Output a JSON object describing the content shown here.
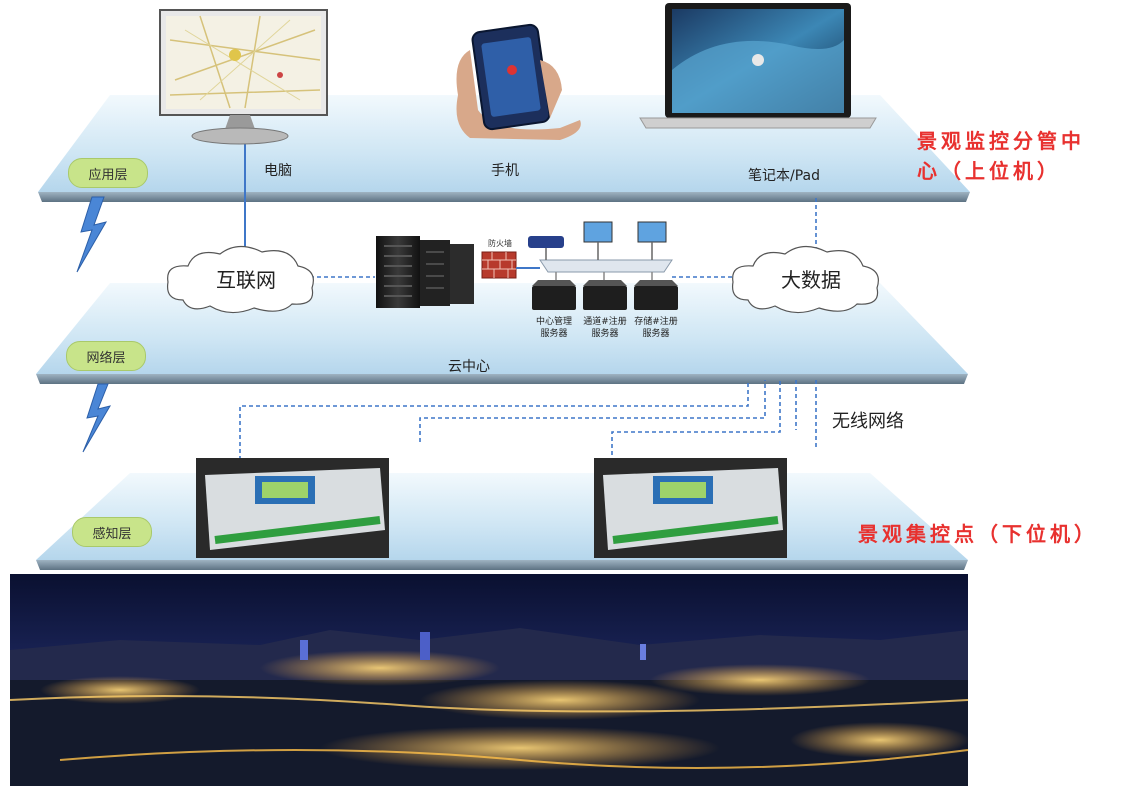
{
  "layers": [
    {
      "badge": "应用层"
    },
    {
      "badge": "网络层"
    },
    {
      "badge": "感知层"
    }
  ],
  "app_layer": {
    "devices": [
      "电脑",
      "手机",
      "笔记本/Pad"
    ],
    "side_label_line1": "景观监控分管中",
    "side_label_line2": "心（上位机）"
  },
  "network_layer": {
    "cloud_left": "互联网",
    "cloud_right": "大数据",
    "firewall": "防火墙",
    "servers": [
      {
        "line1": "中心管理",
        "line2": "服务器"
      },
      {
        "line1": "通道#注册",
        "line2": "服务器"
      },
      {
        "line1": "存储#注册",
        "line2": "服务器"
      }
    ],
    "center_label": "云中心",
    "wireless_label": "无线网络"
  },
  "perception_layer": {
    "side_label": "景观集控点（下位机）"
  },
  "colors": {
    "accent_red": "#e8312f",
    "plate_blue": "#cfe6f4",
    "link_blue": "#3f77c8",
    "badge_green": "#c8e48a"
  }
}
